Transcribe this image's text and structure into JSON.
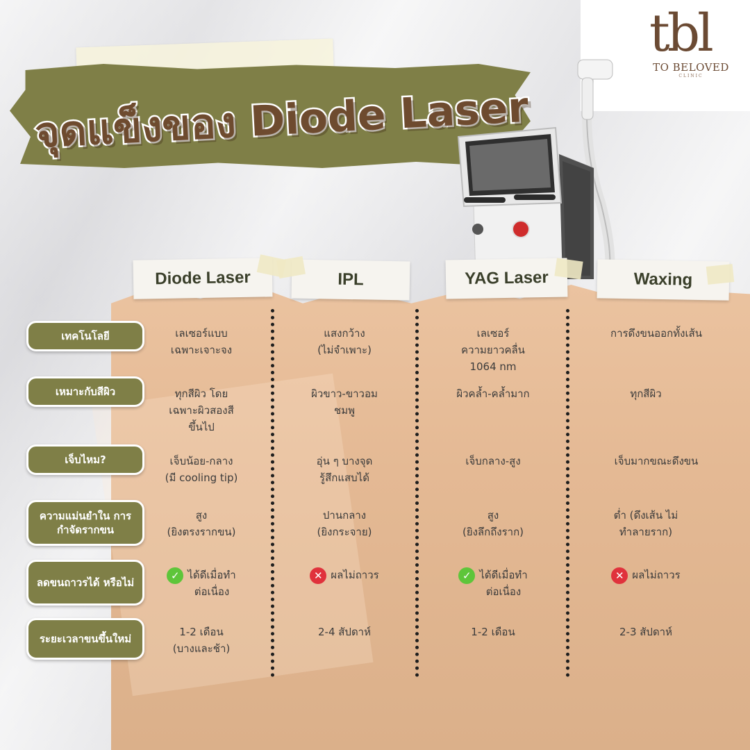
{
  "title": "จุดแข็งของ Diode Laser",
  "logo": {
    "mark": "tbl",
    "name": "TO BELOVED",
    "sub": "CLINIC"
  },
  "columns": [
    "Diode Laser",
    "IPL",
    "YAG Laser",
    "Waxing"
  ],
  "rows": [
    {
      "label": "เทคโนโลยี",
      "cells": [
        "เลเซอร์แบบ\nเฉพาะเจาะจง",
        "แสงกว้าง\n(ไม่จำเพาะ)",
        "เลเซอร์\nความยาวคลื่น\n1064 nm",
        "การดึงขนออกทั้งเส้น"
      ]
    },
    {
      "label": "เหมาะกับสีผิว",
      "cells": [
        "ทุกสีผิว โดย\nเฉพาะผิวสองสี\nขึ้นไป",
        "ผิวขาว-ขาวอม\nชมพู",
        "ผิวคล้ำ-คล้ำมาก",
        "ทุกสีผิว"
      ]
    },
    {
      "label": "เจ็บไหม?",
      "cells": [
        "เจ็บน้อย-กลาง\n(มี cooling tip)",
        "อุ่น ๆ บางจุด\nรู้สึกแสบได้",
        "เจ็บกลาง-สูง",
        "เจ็บมากขณะดึงขน"
      ]
    },
    {
      "label": "ความแม่นยำใน\nการกำจัดรากขน",
      "cells": [
        "สูง\n(ยิงตรงรากขน)",
        "ปานกลาง\n(ยิงกระจาย)",
        "สูง\n(ยิงลึกถึงราก)",
        "ต่ำ (ดึงเส้น ไม่\nทำลายราก)"
      ]
    },
    {
      "label": "ลดขนถาวรได้\nหรือไม่",
      "cells": [
        {
          "icon": "check-icon",
          "text": "ได้ดีเมื่อทำ\nต่อเนื่อง"
        },
        {
          "icon": "cross-icon",
          "text": "ผลไม่ถาวร"
        },
        {
          "icon": "check-icon",
          "text": "ได้ดีเมื่อทำ\nต่อเนื่อง"
        },
        {
          "icon": "cross-icon",
          "text": "ผลไม่ถาวร"
        }
      ]
    },
    {
      "label": "ระยะเวลาขนขึ้นใหม่",
      "cells": [
        "1-2 เดือน\n(บางและช้า)",
        "2-4 สัปดาห์",
        "1-2 เดือน",
        "2-3 สัปดาห์"
      ]
    }
  ],
  "colors": {
    "olive": "#7f7f47",
    "title_brown": "#6e4b2f",
    "table_peach": "#e4b994",
    "check_green": "#5ec53a",
    "cross_red": "#e0323c"
  }
}
